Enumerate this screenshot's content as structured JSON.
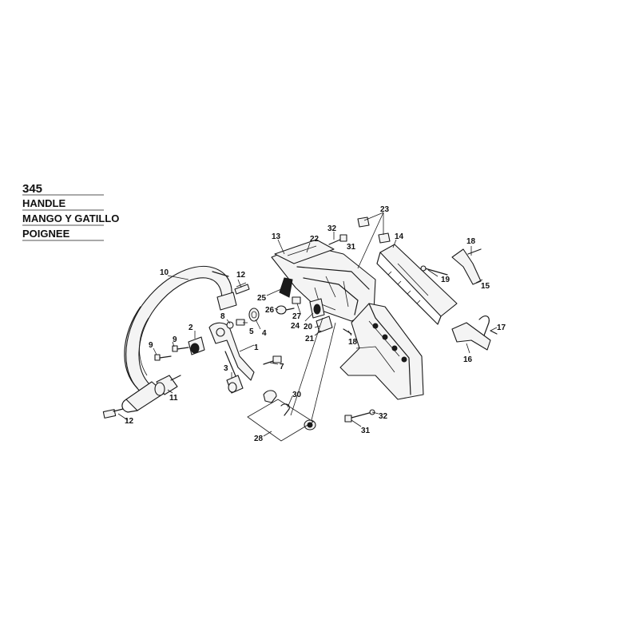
{
  "header": {
    "model": "345",
    "title_en": "HANDLE",
    "title_es": "MANGO Y GATILLO",
    "title_fr": "POIGNEE"
  },
  "callouts": [
    {
      "id": "c10a",
      "text": "10"
    },
    {
      "id": "c12a",
      "text": "12"
    },
    {
      "id": "c13",
      "text": "13"
    },
    {
      "id": "c22",
      "text": "22"
    },
    {
      "id": "c32a",
      "text": "32"
    },
    {
      "id": "c31a",
      "text": "31"
    },
    {
      "id": "c23",
      "text": "23"
    },
    {
      "id": "c14",
      "text": "14"
    },
    {
      "id": "c18a",
      "text": "18"
    },
    {
      "id": "c19",
      "text": "19"
    },
    {
      "id": "c15",
      "text": "15"
    },
    {
      "id": "c25",
      "text": "25"
    },
    {
      "id": "c26",
      "text": "26"
    },
    {
      "id": "c27",
      "text": "27"
    },
    {
      "id": "c24",
      "text": "24"
    },
    {
      "id": "c20",
      "text": "20"
    },
    {
      "id": "c21",
      "text": "21"
    },
    {
      "id": "c17",
      "text": "17"
    },
    {
      "id": "c8",
      "text": "8"
    },
    {
      "id": "c4",
      "text": "4"
    },
    {
      "id": "c5",
      "text": "5"
    },
    {
      "id": "c2",
      "text": "2"
    },
    {
      "id": "c9a",
      "text": "9"
    },
    {
      "id": "c9b",
      "text": "9"
    },
    {
      "id": "c1",
      "text": "1"
    },
    {
      "id": "c18b",
      "text": "18"
    },
    {
      "id": "c16",
      "text": "16"
    },
    {
      "id": "c3",
      "text": "3"
    },
    {
      "id": "c7",
      "text": "7"
    },
    {
      "id": "c11",
      "text": "11"
    },
    {
      "id": "c30",
      "text": "30"
    },
    {
      "id": "c12b",
      "text": "12"
    },
    {
      "id": "c32b",
      "text": "32"
    },
    {
      "id": "c31b",
      "text": "31"
    },
    {
      "id": "c28",
      "text": "28"
    }
  ]
}
